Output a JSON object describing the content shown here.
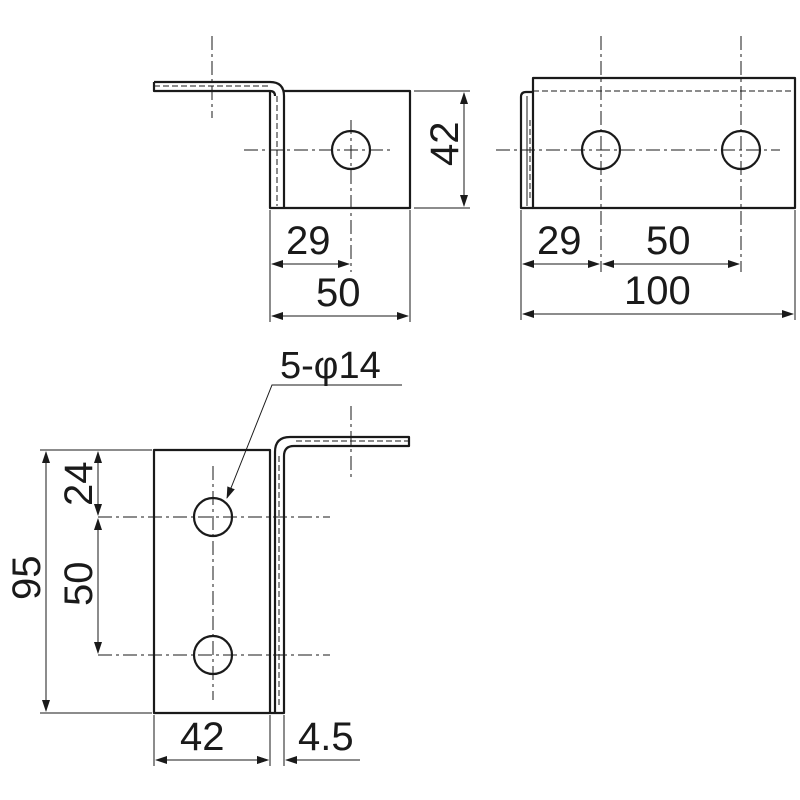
{
  "dimensions": {
    "top_left_height": "42",
    "top_left_hole_offset": "29",
    "top_left_width": "50",
    "top_right_hole_offset": "29",
    "top_right_hole_spacing": "50",
    "top_right_length": "100",
    "bottom_top_offset": "24",
    "bottom_hole_spacing": "50",
    "bottom_total_height": "95",
    "bottom_width": "42",
    "bottom_thickness": "4.5"
  },
  "callout": {
    "prefix": "5-",
    "symbol": "φ",
    "value": "14"
  }
}
